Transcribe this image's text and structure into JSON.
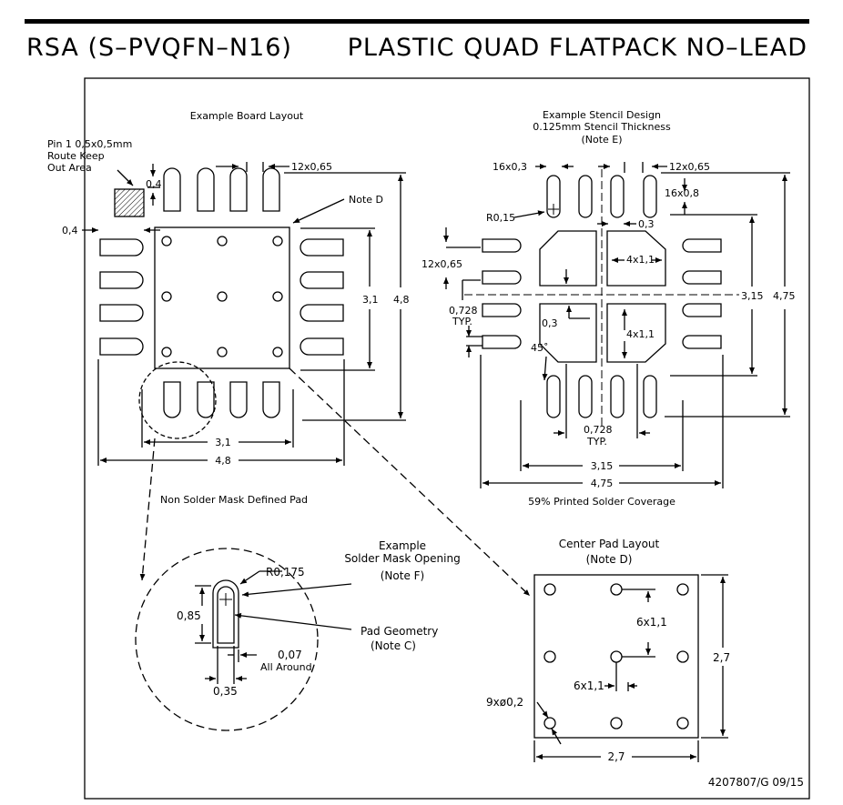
{
  "header": {
    "package_code": "RSA (S–PVQFN–N16)",
    "package_desc": "PLASTIC QUAD FLATPACK NO–LEAD"
  },
  "board_layout": {
    "title": "Example Board Layout",
    "pin1_line1": "Pin 1 0,5x0,5mm",
    "pin1_line2": "Route Keep",
    "pin1_line3": "Out Area",
    "dim_04_top": "0,4",
    "dim_pitch": "12x0,65",
    "note_d": "Note D",
    "dim_04_left": "0,4",
    "dim_31_v": "3,1",
    "dim_48_v": "4,8",
    "dim_31_h": "3,1",
    "dim_48_h": "4,8"
  },
  "stencil": {
    "title1": "Example Stencil Design",
    "title2": "0.125mm Stencil Thickness",
    "title3": "(Note E)",
    "dim_16x03": "16x0,3",
    "dim_pitch": "12x0,65",
    "dim_16x08": "16x0,8",
    "dim_r015": "R0,15",
    "dim_03_a": "0,3",
    "dim_pitch_left": "12x0,65",
    "dim_4x11_a": "4x1,1",
    "dim_4x11_b": "4x1,1",
    "dim_0728_left1": "0,728",
    "dim_0728_left2": "TYP.",
    "dim_03_b": "0,3",
    "dim_45": "45˚",
    "dim_315_v": "3,15",
    "dim_475_v": "4,75",
    "dim_0728_bot1": "0,728",
    "dim_0728_bot2": "TYP.",
    "dim_315_h": "3,15",
    "dim_475_h": "4,75",
    "coverage": "59% Printed Solder Coverage"
  },
  "pad_detail": {
    "title": "Non Solder Mask Defined Pad",
    "example1": "Example",
    "example2": "Solder Mask Opening",
    "example3": "(Note F)",
    "r0175": "R0,175",
    "dim_085": "0,85",
    "pad_geom1": "Pad Geometry",
    "pad_geom2": "(Note C)",
    "dim_007": "0,07",
    "all_around": "All Around",
    "dim_035": "0,35"
  },
  "center_pad": {
    "title1": "Center Pad Layout",
    "title2": "(Note D)",
    "dim_6x11_a": "6x1,1",
    "dim_6x11_b": "6x1,1",
    "dim_9x02": "9xø0,2",
    "dim_27_v": "2,7",
    "dim_27_h": "2,7"
  },
  "footer": {
    "doc_id": "4207807/G  09/15"
  }
}
